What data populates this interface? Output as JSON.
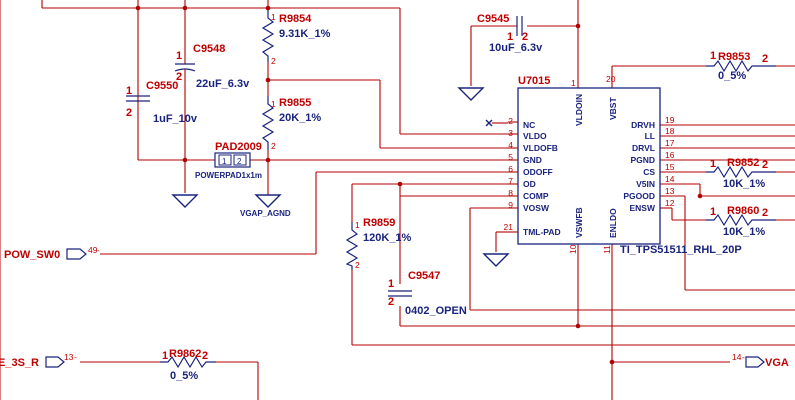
{
  "ic": {
    "ref": "U7015",
    "part": "TI_TPS51511_RHL_20P",
    "left_pins": [
      {
        "num": "2",
        "name": "NC"
      },
      {
        "num": "3",
        "name": "VLDO"
      },
      {
        "num": "4",
        "name": "VLDOFB"
      },
      {
        "num": "5",
        "name": "GND"
      },
      {
        "num": "6",
        "name": "ODOFF"
      },
      {
        "num": "7",
        "name": "OD"
      },
      {
        "num": "8",
        "name": "COMP"
      },
      {
        "num": "9",
        "name": "VOSW"
      },
      {
        "num": "21",
        "name": "TML-PAD"
      }
    ],
    "right_pins": [
      {
        "num": "19",
        "name": "DRVH"
      },
      {
        "num": "18",
        "name": "LL"
      },
      {
        "num": "17",
        "name": "DRVL"
      },
      {
        "num": "16",
        "name": "PGND"
      },
      {
        "num": "15",
        "name": "CS"
      },
      {
        "num": "14",
        "name": "V5IN"
      },
      {
        "num": "13",
        "name": "PGOOD"
      },
      {
        "num": "12",
        "name": "ENSW"
      }
    ],
    "top_pins": [
      {
        "num": "1",
        "name": "VLDOIN"
      },
      {
        "num": "20",
        "name": "VBST"
      }
    ],
    "bottom_pins": [
      {
        "num": "10",
        "name": "VSWFB"
      },
      {
        "num": "11",
        "name": "ENLDO"
      }
    ]
  },
  "components": {
    "r9854": {
      "ref": "R9854",
      "value": "9.31K_1%",
      "p1": "1",
      "p2": "2"
    },
    "r9855": {
      "ref": "R9855",
      "value": "20K_1%",
      "p1": "1",
      "p2": "2"
    },
    "c9548": {
      "ref": "C9548",
      "value": "22uF_6.3v",
      "p1": "1",
      "p2": "2"
    },
    "c9550": {
      "ref": "C9550",
      "value": "1uF_10v",
      "p1": "1",
      "p2": "2"
    },
    "c9545": {
      "ref": "C9545",
      "value": "10uF_6.3v",
      "p1": "1",
      "p2": "2"
    },
    "r9853": {
      "ref": "R9853",
      "value": "0_5%",
      "p1": "1",
      "p2": "2"
    },
    "r9852": {
      "ref": "R9852",
      "value": "10K_1%",
      "p1": "1",
      "p2": "2"
    },
    "r9860": {
      "ref": "R9860",
      "value": "10K_1%",
      "p1": "1",
      "p2": "2"
    },
    "r9859": {
      "ref": "R9859",
      "value": "120K_1%",
      "p1": "1",
      "p2": "2"
    },
    "c9547": {
      "ref": "C9547",
      "value": "0402_OPEN",
      "p1": "1",
      "p2": "2"
    },
    "r9862": {
      "ref": "R9862",
      "value": "0_5%",
      "p1": "1",
      "p2": "2"
    },
    "pad2009": {
      "ref": "PAD2009",
      "value": "POWERPAD1x1m",
      "pin1": "1",
      "pin2": "2"
    }
  },
  "nets": {
    "gnd_label": "VGAP_AGND",
    "pow_sw0": {
      "name": "POW_SW0",
      "pin": "49"
    },
    "e3s": {
      "name": "E_3S_R",
      "pin": "13"
    },
    "vga": {
      "name": "VGA",
      "pin": "14"
    }
  }
}
